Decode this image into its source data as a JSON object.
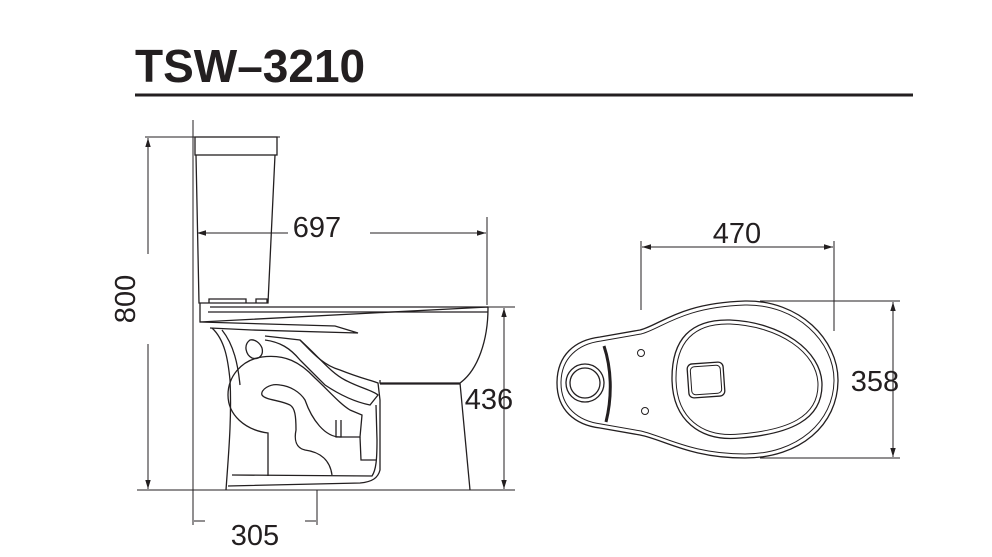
{
  "title": "TSW–3210",
  "side_view": {
    "height_label": "800",
    "length_label": "697",
    "seat_height_label": "436",
    "rough_in_label": "305"
  },
  "top_view": {
    "width_label": "470",
    "depth_label": "358"
  },
  "colors": {
    "line": "#231f20",
    "background": "#ffffff"
  }
}
